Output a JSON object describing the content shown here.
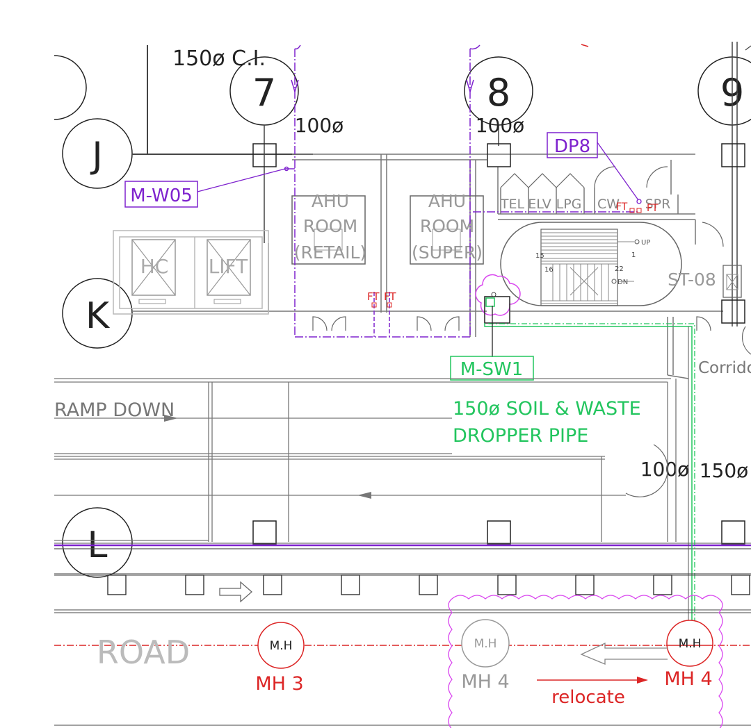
{
  "grid": {
    "columns": [
      "7",
      "8",
      "9"
    ],
    "rows": [
      "J",
      "K",
      "L"
    ]
  },
  "pipes": {
    "ci_150": "150ø C.I.",
    "d100_a": "100ø",
    "d100_b": "100ø",
    "d100_c": "100ø",
    "d150": "150ø"
  },
  "tags": {
    "mw05": "M-W05",
    "dp8": "DP8",
    "msw1": "M-SW1"
  },
  "rooms": {
    "hc": "HC",
    "lift": "LIFT",
    "ahu1_l1": "AHU",
    "ahu1_l2": "ROOM",
    "ahu1_l3": "(RETAIL)",
    "ahu2_l1": "AHU",
    "ahu2_l2": "ROOM",
    "ahu2_l3": "(SUPER)",
    "tel": "TEL",
    "elv": "ELV",
    "lpg": "LPG",
    "cw": "CW",
    "spr": "SPR",
    "st08": "ST-08",
    "corridor": "Corrido",
    "up": "UP",
    "dn": "DN",
    "stair_15": "15",
    "stair_16": "16",
    "stair_22": "22",
    "stair_1": "1"
  },
  "ft": [
    "FT",
    "FT",
    "FT",
    "FT"
  ],
  "annotations": {
    "soil_l1": "150ø SOIL & WASTE",
    "soil_l2": "DROPPER PIPE",
    "ramp": "RAMP DOWN",
    "road": "ROAD",
    "relocate": "relocate"
  },
  "manholes": {
    "mh_inner": "M.H",
    "mh3": "MH 3",
    "mh4_old": "MH 4",
    "mh4_new": "MH 4"
  },
  "colors": {
    "purple": "#7e22ce",
    "green": "#22c55e",
    "red": "#dc2626",
    "magenta": "#d946ef",
    "line": "#444444"
  }
}
